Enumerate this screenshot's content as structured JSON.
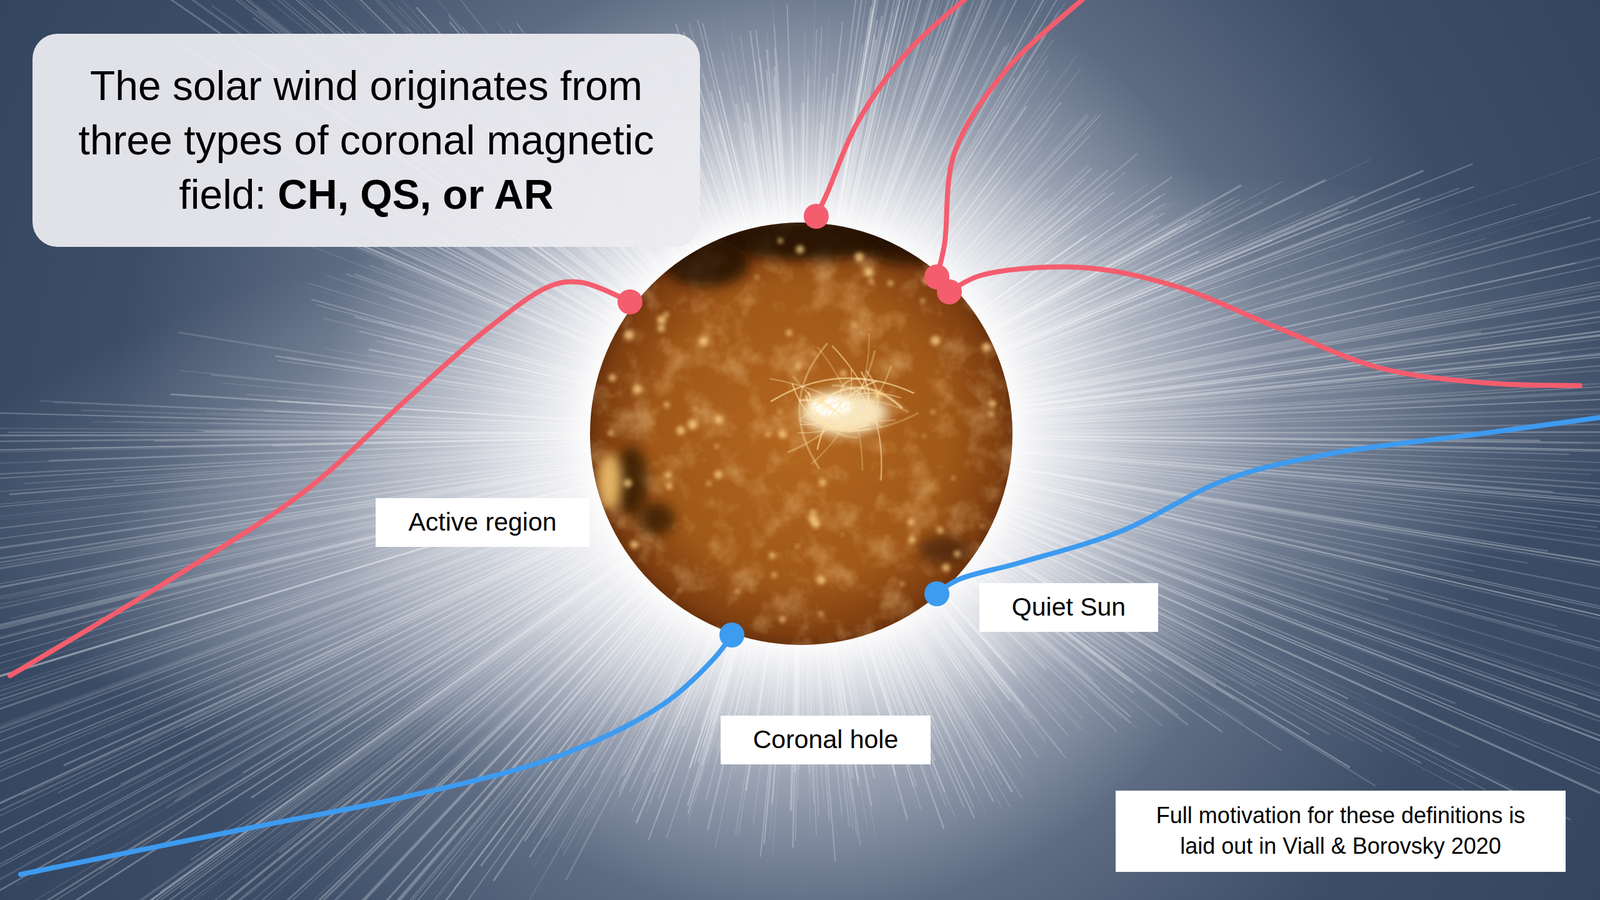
{
  "diagram": {
    "nodes": [
      {
        "text": [
          "The solar wind originates from three types of coronal magnetic field:",
          "CH, QS, or AR"
        ]
      },
      {
        "text": [
          "Active region"
        ]
      },
      {
        "text": [
          "Quiet Sun"
        ]
      },
      {
        "text": [
          "Coronal hole"
        ]
      },
      {
        "text": [
          "Full motivation for these definitions is laid out in Viall & Borovsky 2020"
        ]
      }
    ]
  }
}
